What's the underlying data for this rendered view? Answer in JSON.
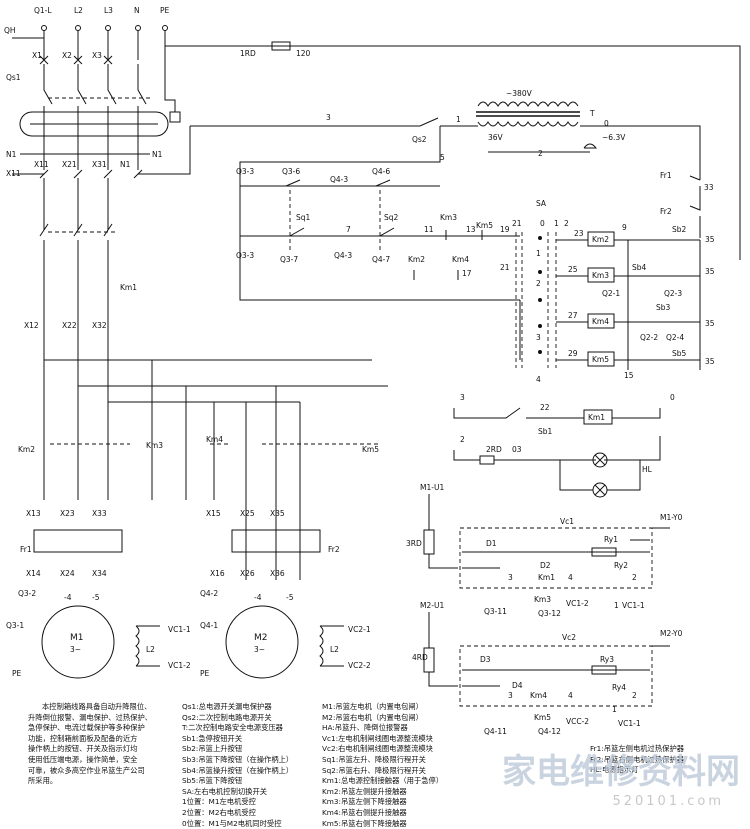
{
  "terminals": {
    "q1l": "Q1-L",
    "l2": "L2",
    "l3": "L3",
    "n": "N",
    "pe": "PE",
    "qh": "QH",
    "x1": "X1",
    "x2": "X2",
    "x3": "X3",
    "qs1": "Qs1",
    "n1a": "N1",
    "x11a": "X11",
    "x11": "X11",
    "x21": "X21",
    "x31": "X31",
    "n1b": "N1",
    "n1c": "N1"
  },
  "top": {
    "ird": "1RD",
    "v120": "120",
    "v380": "~380V",
    "t": "T",
    "n3": "3",
    "n1": "1",
    "qs2": "Qs2",
    "v36": "36V",
    "v63": "~6.3V",
    "n0": "0",
    "n5": "5",
    "n2": "2"
  },
  "limits": {
    "q33": "Q3-3",
    "q36": "Q3-6",
    "q43": "Q4-3",
    "q46": "Q4-6",
    "sq1": "Sq1",
    "sq2": "Sq2",
    "km3a": "Km3",
    "km5a": "Km5",
    "q33b": "Q3-3",
    "q37": "Q3-7",
    "q43b": "Q4-3",
    "q47": "Q4-7",
    "km2a": "Km2",
    "km4a": "Km4",
    "n7": "7",
    "n11": "11",
    "n13": "13",
    "n19": "19",
    "n17": "17",
    "n21": "21"
  },
  "sa": {
    "sa": "SA",
    "c21": "21",
    "c0": "0",
    "c1": "1",
    "c2": "2",
    "n23": "23",
    "n25": "25",
    "n27": "27",
    "n29": "29",
    "p1": "1",
    "p2": "2",
    "p3": "3",
    "p4": "4",
    "n9": "9",
    "n15": "15",
    "km2": "Km2",
    "km3": "Km3",
    "km4": "Km4",
    "km5": "Km5"
  },
  "right": {
    "fr1": "Fr1",
    "fr2": "Fr2",
    "n33": "33",
    "sb2": "Sb2",
    "n35a": "35",
    "sb4": "Sb4",
    "n35b": "35",
    "q21": "Q2-1",
    "q23": "Q2-3",
    "sb3": "Sb3",
    "n35c": "35",
    "q22": "Q2-2",
    "q24": "Q2-4",
    "sb5": "Sb5",
    "n35d": "35"
  },
  "brake": {
    "n3": "3",
    "n22": "22",
    "km1": "Km1",
    "n0": "0",
    "sb1": "Sb1",
    "n2": "2",
    "r2rd": "2RD",
    "n03": "03",
    "hl": "HL"
  },
  "power": {
    "km1": "Km1",
    "x12": "X12",
    "x22": "X22",
    "x32": "X32",
    "km2": "Km2",
    "km3": "Km3",
    "km4": "Km4",
    "km5": "Km5",
    "x13": "X13",
    "x23": "X23",
    "x33": "X33",
    "x15": "X15",
    "x25": "X25",
    "x35": "X35",
    "fr1": "Fr1",
    "fr2": "Fr2",
    "x14": "X14",
    "x24": "X24",
    "x34": "X34",
    "x16": "X16",
    "x26": "X26",
    "x36": "X36",
    "q32": "Q3-2",
    "m4a": "-4",
    "m5a": "-5",
    "q42": "Q4-2",
    "m4b": "-4",
    "m5b": "-5",
    "q31": "Q3-1",
    "q41": "Q4-1",
    "pe1": "PE",
    "pe2": "PE",
    "m1": "M1",
    "m1p": "3~",
    "m2": "M2",
    "m2p": "3~",
    "vc11": "VC1-1",
    "vc12": "VC1-2",
    "vc21": "VC2-1",
    "vc22": "VC2-2",
    "l2": "L2",
    "l2b": "L2"
  },
  "rect1": {
    "m1u1": "M1-U1",
    "m1y0": "M1-Y0",
    "vc1": "Vc1",
    "r3rd": "3RD",
    "d1": "D1",
    "d2": "D2",
    "ry1": "Ry1",
    "ry2": "Ry2",
    "n3": "3",
    "km1": "Km1",
    "n4": "4",
    "n2": "2",
    "n1": "1",
    "km3": "Km3",
    "vc12": "VC1-2",
    "vc11": "VC1-1",
    "q311": "Q3-11",
    "q312": "Q3-12"
  },
  "rect2": {
    "m2u1": "M2-U1",
    "m2y0": "M2-Y0",
    "vc2": "Vc2",
    "r4rd": "4RD",
    "d3": "D3",
    "d4": "D4",
    "ry3": "Ry3",
    "ry4": "Ry4",
    "n3": "3",
    "km4": "Km4",
    "n4": "4",
    "n2": "2",
    "n1": "1",
    "km5": "Km5",
    "vc22": "VCC-2",
    "vc11": "VC1-1",
    "q411": "Q4-11",
    "q412": "Q4-12"
  },
  "notes": {
    "intro": [
      "本控制箱线路具备自动升降限位、",
      "升降倒位报警、漏电保护、过热保护、",
      "急停保护、电流过载保护等多种保护",
      "功能，控制箱前面板及配备的近方",
      "操作柄上的按钮、开关及指示灯均",
      "使用低压端电源，操作简单，安全",
      "可靠，被众多高空作业吊篮生产公司",
      "所采用。"
    ],
    "col2": [
      "Qs1:总电源开关漏电保护器",
      "Qs2:二次控制电路电源开关",
      "T:二次控制电路安全电源变压器",
      "Sb1:急停按钮开关",
      "Sb2:吊篮上升按钮",
      "Sb3:吊篮下降按钮（在操作柄上）",
      "Sb4:吊篮操升按钮（在操作柄上）",
      "Sb5:吊篮下降按钮",
      "SA:左右电机控制切换开关",
      "  1位置：M1左电机受控",
      "  2位置：M2右电机受控",
      "  0位置：M1与M2电机同时受控"
    ],
    "col3": [
      "M1:吊篮左电机（内置电包闸）",
      "M2:吊篮右电机（内置电包闸）",
      "HA:吊篮升、降倒位报警器",
      "Vc1:左电机制闸线圈电源整流模块",
      "Vc2:右电机制闸线圈电源整流模块",
      "Sq1:吊篮左升、降极限行程开关",
      "Sq2:吊篮右升、降极限行程开关",
      "Km1:总电源控制接触器（用于急停）",
      "Km2:吊篮左侧提升接触器",
      "Km3:吊篮左侧下降接触器",
      "Km4:吊篮右侧提升接触器",
      "Km5:吊篮右侧下降接触器"
    ],
    "col4": [
      "Fr1:吊篮左侧电机过热保护器",
      "Fr2:吊篮右侧电机过热保护器",
      "HL:电源指示灯"
    ]
  },
  "watermark": {
    "brand": "家电维修资料网",
    "url": "520101.com"
  }
}
